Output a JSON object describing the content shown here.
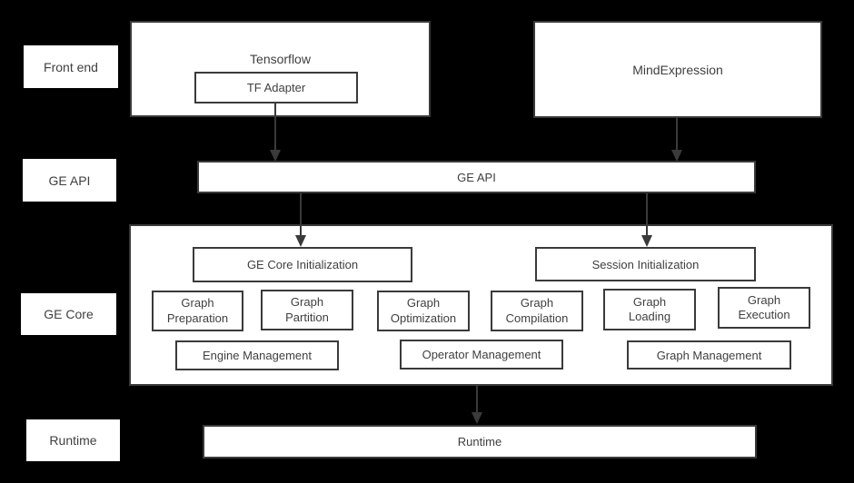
{
  "colors": {
    "background": "#000000",
    "box_fill": "#ffffff",
    "border": "#3a3a3a",
    "text": "#3f3f3f",
    "arrow": "#3a3a3a"
  },
  "row_labels": {
    "front_end": "Front end",
    "ge_api": "GE API",
    "ge_core": "GE Core",
    "runtime": "Runtime"
  },
  "front_end": {
    "tensorflow": "Tensorflow",
    "tf_adapter": "TF Adapter",
    "mind_expression": "MindExpression"
  },
  "ge_api": {
    "bar": "GE API"
  },
  "ge_core": {
    "ge_core_initialization": "GE Core Initialization",
    "session_initialization": "Session Initialization",
    "stages": [
      "Graph Preparation",
      "Graph Partition",
      "Graph Optimization",
      "Graph Compilation",
      "Graph Loading",
      "Graph Execution"
    ],
    "management": [
      "Engine Management",
      "Operator Management",
      "Graph Management"
    ]
  },
  "runtime": {
    "bar": "Runtime"
  }
}
